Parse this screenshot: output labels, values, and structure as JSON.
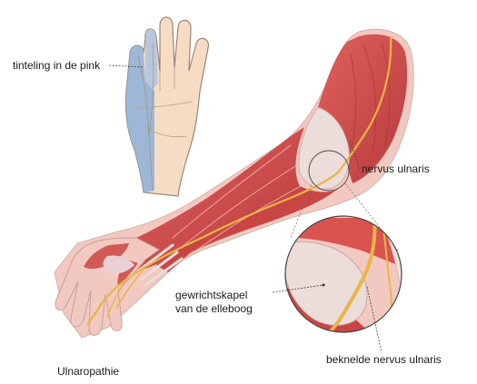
{
  "labels": {
    "tingling": "tinteling in de pink",
    "nerve": "nervus ulnaris",
    "capsule_line1": "gewrichtskapel",
    "capsule_line2": "van de elleboog",
    "entrapped": "beknelde nervus ulnaris",
    "title": "Ulnaropathie"
  },
  "colors": {
    "muscle": "#d9534f",
    "muscle_dark": "#b8383a",
    "tendon": "#e8dcdc",
    "nerve": "#e8b548",
    "skin": "#f7dcc4",
    "skin_outline": "#9a8577",
    "numb_zone": "#8fb0d9",
    "callout_line": "#444444"
  },
  "icons": [
    "hand-illustration",
    "arm-anatomy-illustration",
    "elbow-magnifier-illustration"
  ]
}
